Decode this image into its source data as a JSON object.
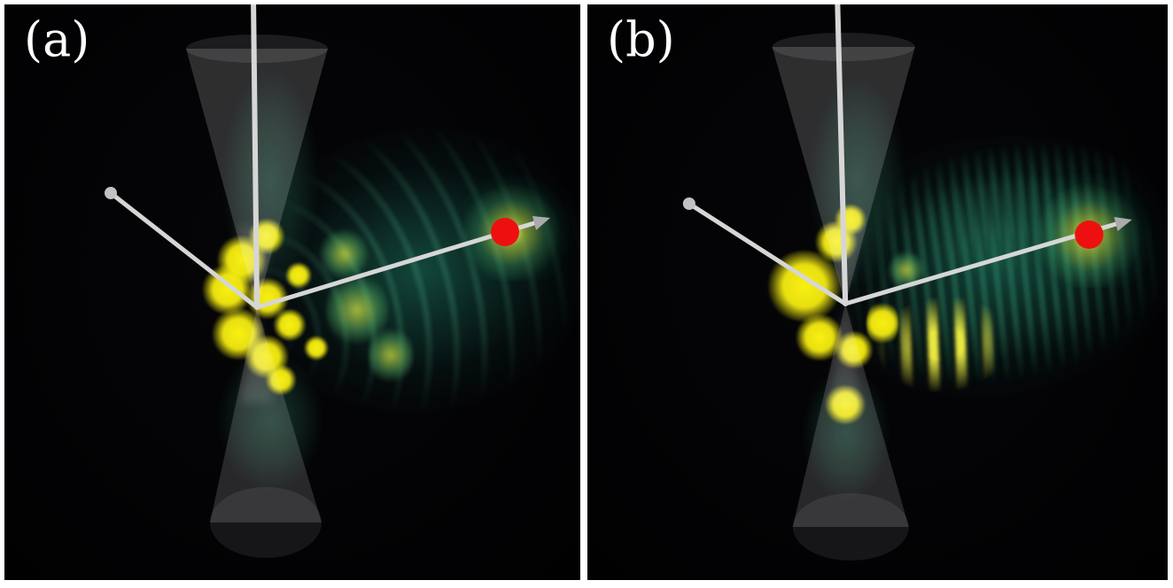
{
  "figure": {
    "kind": "two-panel 3D volume-rendering figure",
    "description": "Photoelectron wavepacket emitted from a laser focus (gray double cone) propagating along an arrow axis toward a red probe particle",
    "frame_color": "#ffffff",
    "background_color": "#050508"
  },
  "palette": {
    "axis_white": "#d6d6d6",
    "sphere_gray": "#c2c2c2",
    "arrow_gray": "#ababab",
    "cone_gray": "rgba(255,255,255,0.16)",
    "core_yellow": "#f7ee14",
    "wave_teal_dark": "#0d3a32",
    "wave_teal": "#19624f",
    "wave_green_bright": "#52c187",
    "particle_red": "#ee1010"
  },
  "panels": [
    {
      "id": "a",
      "label": "(a)",
      "fringe_style": "concentric arc rings expanding from the focus toward the red particle",
      "elements": [
        "focus-cone",
        "vertical-axis",
        "left-axis-with-ball",
        "right-axis-with-arrowhead",
        "yellow-core-lobes",
        "teal-wavepacket",
        "red-particle",
        "scatter-glow"
      ]
    },
    {
      "id": "b",
      "label": "(b)",
      "fringe_style": "vertical band fringes with a chain of bright yellow lobes along the propagation axis",
      "elements": [
        "focus-cone",
        "vertical-axis",
        "left-axis-with-ball",
        "right-axis-with-arrowhead",
        "yellow-core-lobes",
        "teal-wavepacket",
        "red-particle",
        "scatter-glow"
      ]
    }
  ]
}
